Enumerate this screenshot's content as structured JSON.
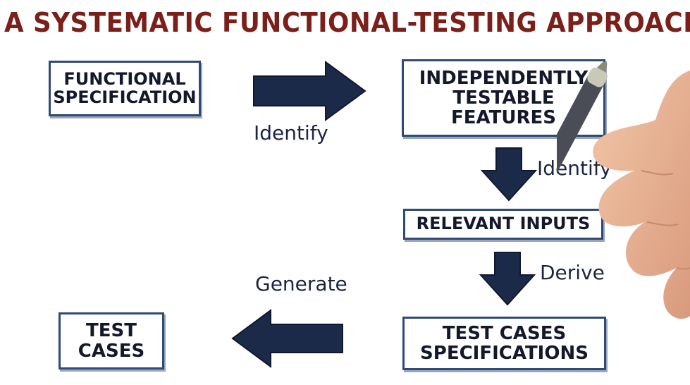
{
  "title": "A SYSTEMATIC FUNCTIONAL-TESTING APPROACH",
  "nodes": {
    "functional_specification": [
      "FUNCTIONAL",
      "SPECIFICATION"
    ],
    "independently_testable_features": [
      "INDEPENDENTLY",
      "TESTABLE",
      "FEATURES"
    ],
    "relevant_inputs": [
      "RELEVANT INPUTS"
    ],
    "test_case_specifications": [
      "TEST CASES",
      "SPECIFICATIONS"
    ],
    "test_cases": [
      "TEST",
      "CASES"
    ]
  },
  "edges": {
    "identify_1": "Identify",
    "identify_2": "Identify",
    "derive": "Derive",
    "generate": "Generate"
  },
  "colors": {
    "title": "#7a1f1a",
    "box_border": "#2f4a78",
    "arrow_fill": "#1c2a4a",
    "text": "#14182b"
  }
}
